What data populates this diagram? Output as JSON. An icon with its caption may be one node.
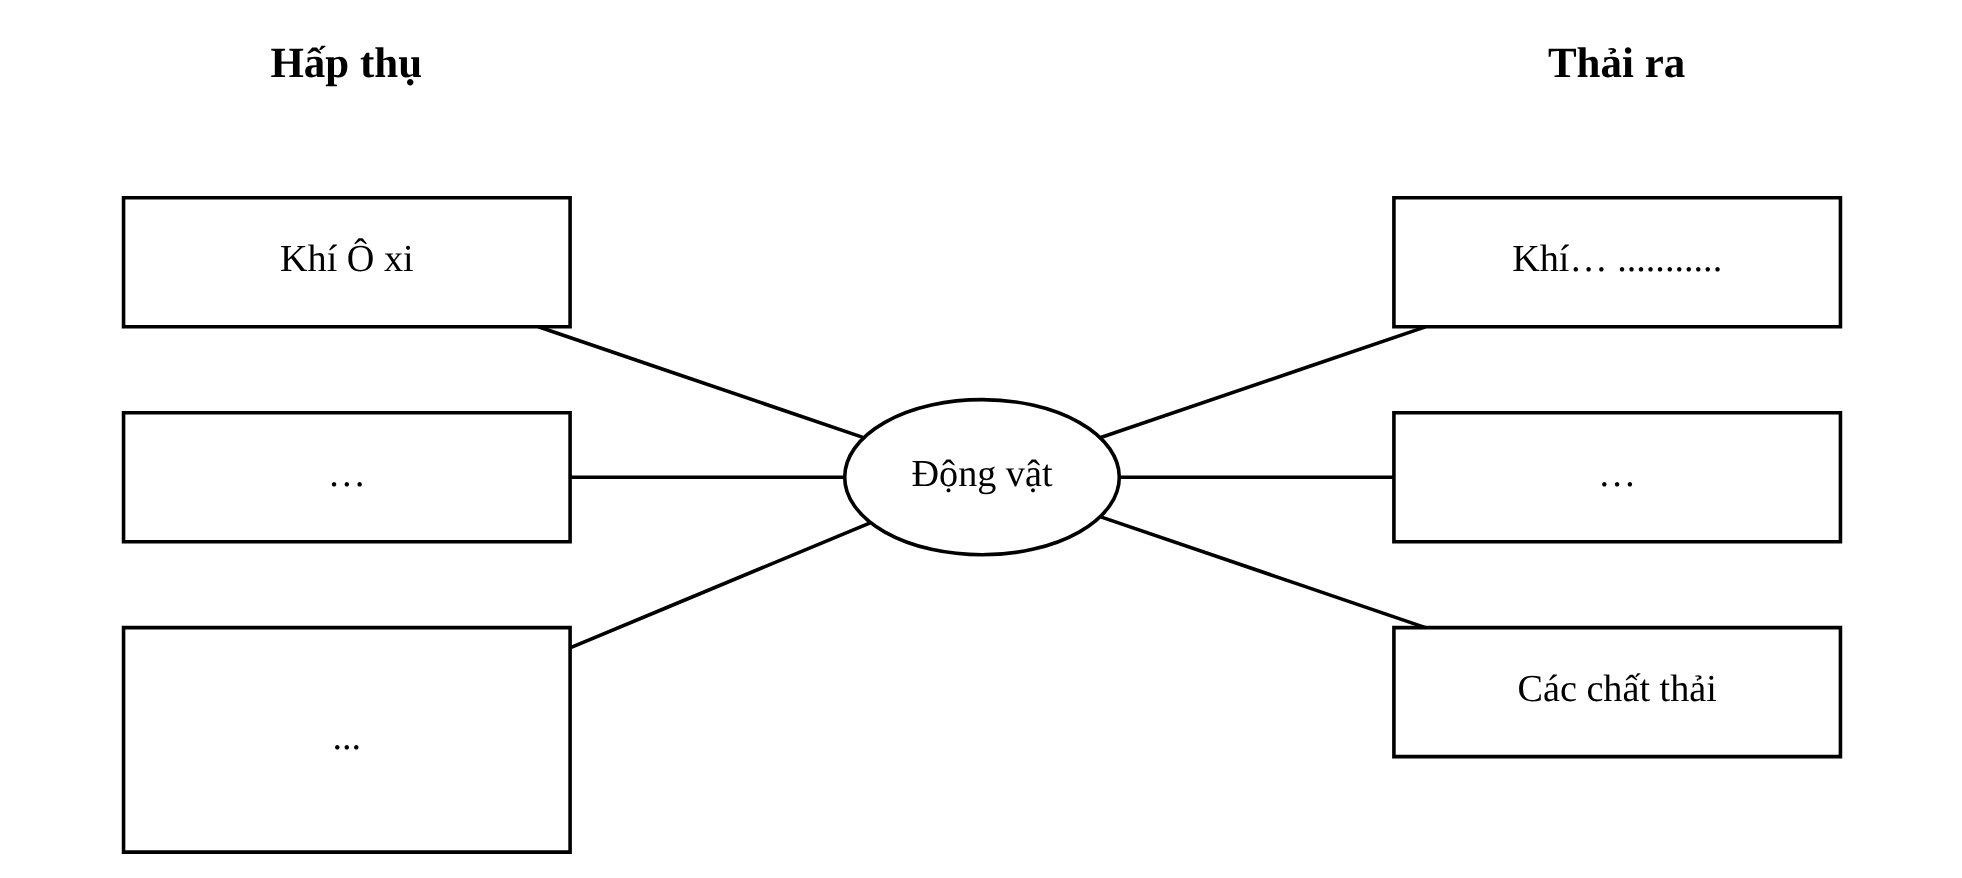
{
  "diagram": {
    "nodes": [
      {
        "text": [
          "Khí Ô xi"
        ]
      },
      {
        "text": [
          "…"
        ]
      },
      {
        "text": [
          "..."
        ]
      },
      {
        "text": [
          "Động vật"
        ]
      },
      {
        "text": [
          "Khí… ..........."
        ]
      },
      {
        "text": [
          "…"
        ]
      },
      {
        "text": [
          "Các chất thải"
        ]
      }
    ],
    "edges": [
      {
        "from": 0,
        "to": 3,
        "arrow": "none"
      },
      {
        "from": 1,
        "to": 3,
        "arrow": "none"
      },
      {
        "from": 2,
        "to": 3,
        "arrow": "none"
      },
      {
        "from": 3,
        "to": 4,
        "arrow": "none"
      },
      {
        "from": 3,
        "to": 5,
        "arrow": "none"
      },
      {
        "from": 3,
        "to": 6,
        "arrow": "none"
      }
    ],
    "labels": [
      "Hấp thụ",
      "Thải ra"
    ]
  }
}
